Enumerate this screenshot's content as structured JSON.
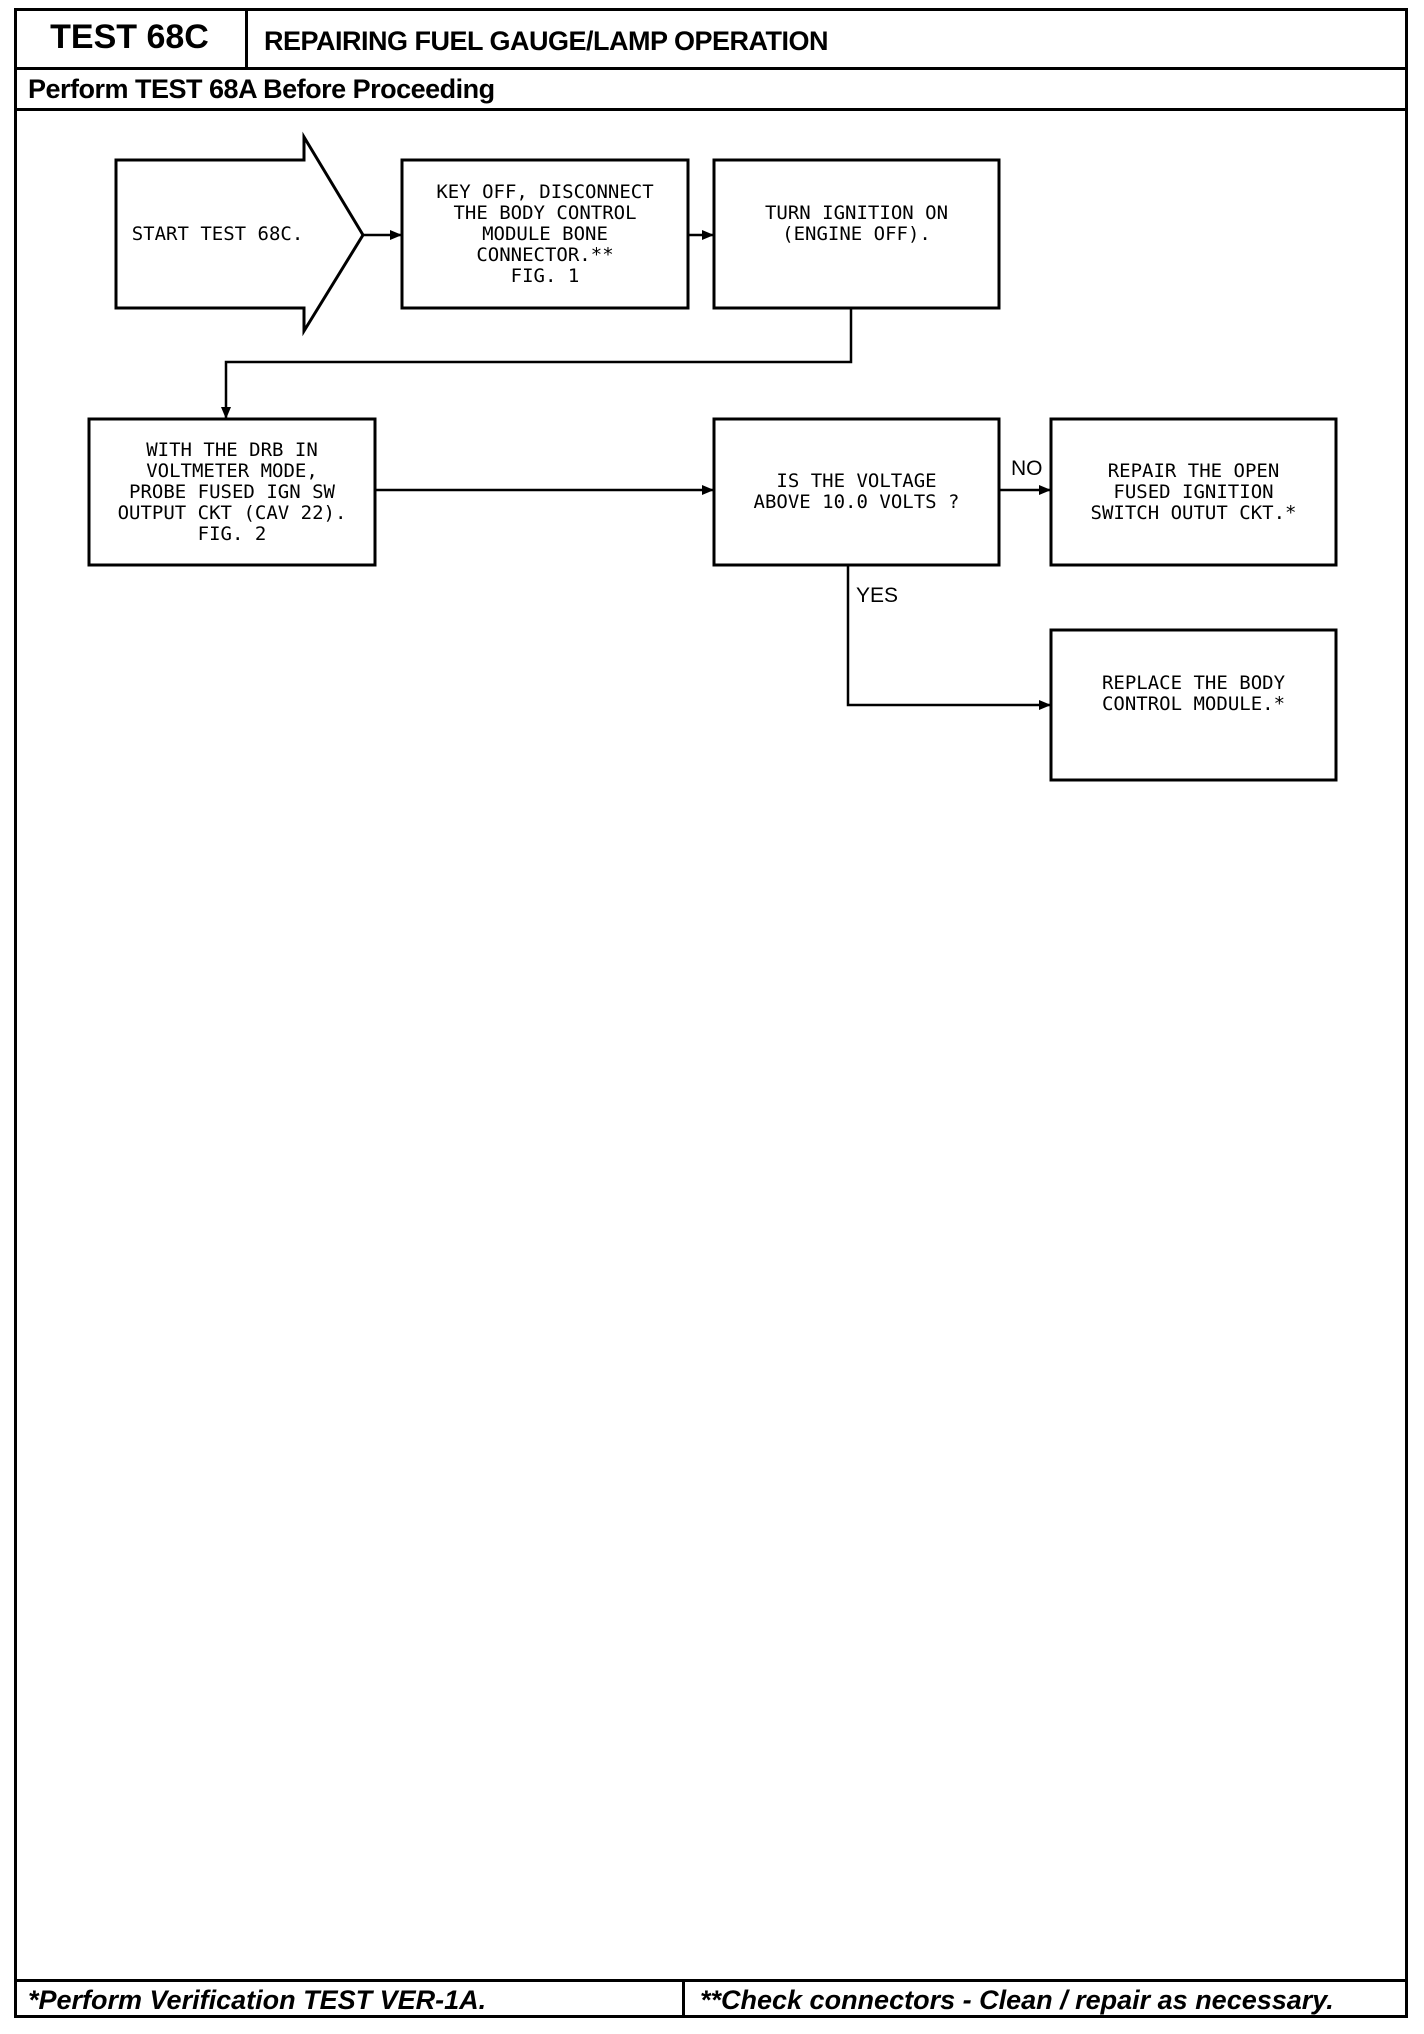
{
  "header": {
    "test_id": "TEST 68C",
    "title": "REPAIRING FUEL GAUGE/LAMP OPERATION",
    "prerequisite": "Perform TEST 68A Before Proceeding"
  },
  "flowchart": {
    "start": "START TEST 68C.",
    "step1": "KEY OFF, DISCONNECT\nTHE BODY CONTROL\nMODULE BONE\nCONNECTOR.**\nFIG. 1",
    "step2": "TURN IGNITION ON\n(ENGINE OFF).",
    "step3": "WITH THE DRB IN\nVOLTMETER MODE,\nPROBE FUSED IGN SW\nOUTPUT CKT (CAV 22).\nFIG. 2",
    "decision": "IS THE VOLTAGE\nABOVE 10.0 VOLTS ?",
    "no_label": "NO",
    "yes_label": "YES",
    "no_result": "REPAIR THE OPEN\nFUSED IGNITION\nSWITCH OUTUT CKT.*",
    "yes_result": "REPLACE THE BODY\nCONTROL MODULE.*"
  },
  "footer": {
    "note1": "*Perform Verification TEST VER-1A.",
    "note2": "**Check connectors - Clean / repair as necessary."
  }
}
